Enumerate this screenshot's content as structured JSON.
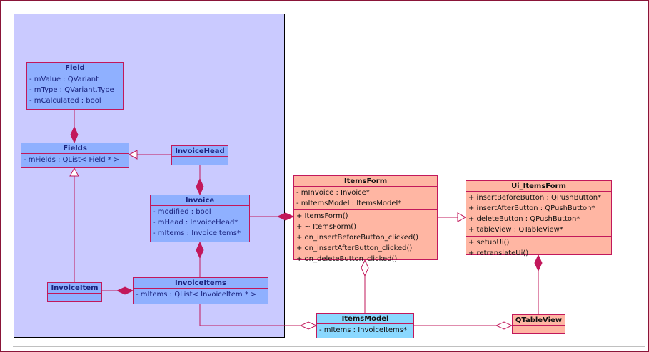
{
  "classes": {
    "field": {
      "name": "Field",
      "attributes": [
        "- mValue : QVariant",
        "- mType : QVariant.Type",
        "- mCalculated : bool"
      ]
    },
    "fields": {
      "name": "Fields",
      "attributes": [
        "- mFields : QList< Field * >"
      ]
    },
    "invoice_head": {
      "name": "InvoiceHead"
    },
    "invoice": {
      "name": "Invoice",
      "attributes": [
        "- modified : bool",
        "- mHead : InvoiceHead*",
        "- mItems : InvoiceItems*"
      ]
    },
    "invoice_item": {
      "name": "InvoiceItem"
    },
    "invoice_items": {
      "name": "InvoiceItems",
      "attributes": [
        "- mItems : QList< InvoiceItem * >"
      ]
    },
    "items_form": {
      "name": "ItemsForm",
      "attributes": [
        "- mInvoice : Invoice*",
        "- mItemsModel : ItemsModel*"
      ],
      "operations": [
        "+ ItemsForm()",
        "+ ~ ItemsForm()",
        "+ on_insertBeforeButton_clicked()",
        "+ on_insertAfterButton_clicked()",
        "+ on_deleteButton_clicked()"
      ]
    },
    "ui_items_form": {
      "name": "Ui_ItemsForm",
      "attributes": [
        "+ insertBeforeButton : QPushButton*",
        "+ insertAfterButton : QPushButton*",
        "+ deleteButton : QPushButton*",
        "+ tableView : QTableView*"
      ],
      "operations": [
        "+ setupUi()",
        "+ retranslateUi()"
      ]
    },
    "items_model": {
      "name": "ItemsModel",
      "attributes": [
        "- mItems : InvoiceItems*"
      ]
    },
    "qtable_view": {
      "name": "QTableView"
    }
  },
  "colors": {
    "package_fill": "#cacaff",
    "class_blue": "#8fb0ff",
    "class_orange": "#ffb6a3",
    "class_cyan": "#8ad8ff",
    "line": "#c2185b"
  }
}
